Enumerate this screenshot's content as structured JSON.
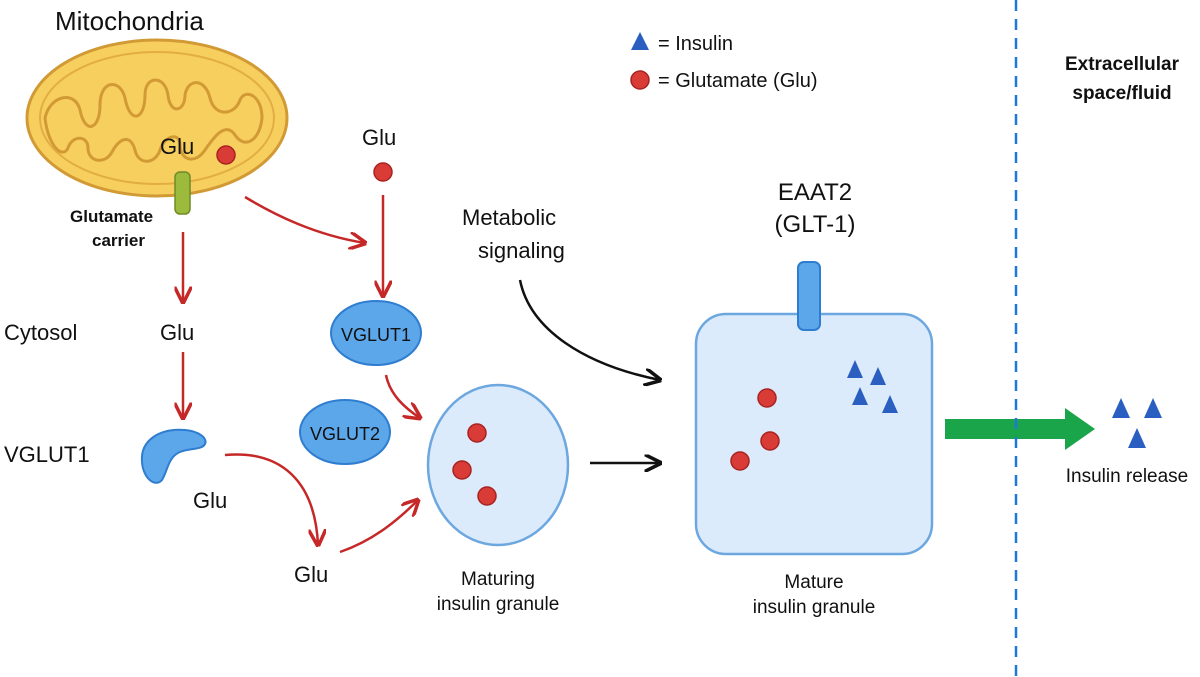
{
  "labels": {
    "mitochondria": "Mitochondria",
    "glu_in_mito": "Glu",
    "glutamate_carrier_line1": "Glutamate",
    "glutamate_carrier_line2": "carrier",
    "cytosol": "Cytosol",
    "glu_cytosol": "Glu",
    "vglut1_left": "VGLUT1",
    "glu_below_vglut": "Glu",
    "glu_bottom": "Glu",
    "glu_top": "Glu",
    "vglut1_oval": "VGLUT1",
    "vglut2_oval": "VGLUT2",
    "metabolic_line1": "Metabolic",
    "metabolic_line2": "signaling",
    "eaat2_line1": "EAAT2",
    "eaat2_line2": "(GLT-1)",
    "maturing_line1": "Maturing",
    "maturing_line2": "insulin granule",
    "mature_line1": "Mature",
    "mature_line2": "insulin granule",
    "extracellular_line1": "Extracellular",
    "extracellular_line2": "space/fluid",
    "insulin_release": "Insulin release"
  },
  "legend": {
    "insulin": "= Insulin",
    "glutamate": "= Glutamate (Glu)"
  },
  "colors": {
    "glutamate_dot": "#d93b37",
    "insulin_triangle": "#2a5fc1",
    "red_arrow": "#c62828",
    "black_arrow": "#111111",
    "release_arrow": "#1aa54a",
    "mito_fill": "#f7cf5f",
    "mito_border": "#d29a35",
    "carrier": "#9cba3c",
    "transporter_fill": "#5ca7ea",
    "transporter_border": "#2f7dd0",
    "granule_fill": "#dcebfb",
    "granule_border": "#6da7e0",
    "boundary_line": "#1e78dc"
  }
}
